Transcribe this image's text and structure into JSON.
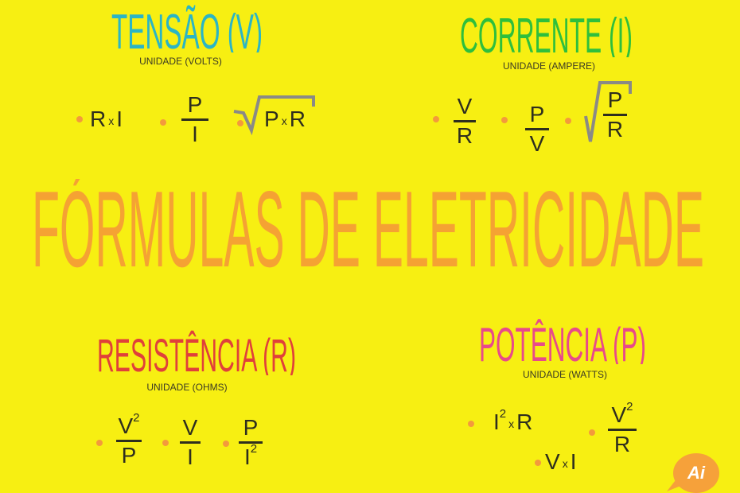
{
  "main_title": "FÓRMULAS DE ELETRICIDADE",
  "colors": {
    "background": "#f7ef12",
    "tensao": "#2bb5c5",
    "corrente": "#2fbf3c",
    "resistencia": "#e0403a",
    "potencia": "#e84a8a",
    "main_title": "#f5a233",
    "bullet": "#f39a3c"
  },
  "tensao": {
    "title": "TENSÃO (V)",
    "unit": "UNIDADE (VOLTS)",
    "f1": {
      "a": "R",
      "op": "x",
      "b": "I"
    },
    "f2": {
      "num": "P",
      "den": "I"
    },
    "f3": {
      "a": "P",
      "op": "x",
      "b": "R"
    }
  },
  "corrente": {
    "title": "CORRENTE (I)",
    "unit": "UNIDADE (AMPERE)",
    "f1": {
      "num": "V",
      "den": "R"
    },
    "f2": {
      "num": "P",
      "den": "V"
    },
    "f3": {
      "num": "P",
      "den": "R"
    }
  },
  "resistencia": {
    "title": "RESISTÊNCIA (R)",
    "unit": "UNIDADE (OHMS)",
    "f1": {
      "num": "V",
      "exp": "2",
      "den": "P"
    },
    "f2": {
      "num": "V",
      "den": "I"
    },
    "f3": {
      "num": "P",
      "den": "I",
      "exp": "2"
    }
  },
  "potencia": {
    "title": "POTÊNCIA (P)",
    "unit": "UNIDADE (WATTS)",
    "f1": {
      "a": "I",
      "exp": "2",
      "op": "x",
      "b": "R"
    },
    "f2": {
      "num": "V",
      "exp": "2",
      "den": "R"
    },
    "f3": {
      "a": "V",
      "op": "x",
      "b": "I"
    }
  },
  "logo": {
    "text": "Ai"
  }
}
